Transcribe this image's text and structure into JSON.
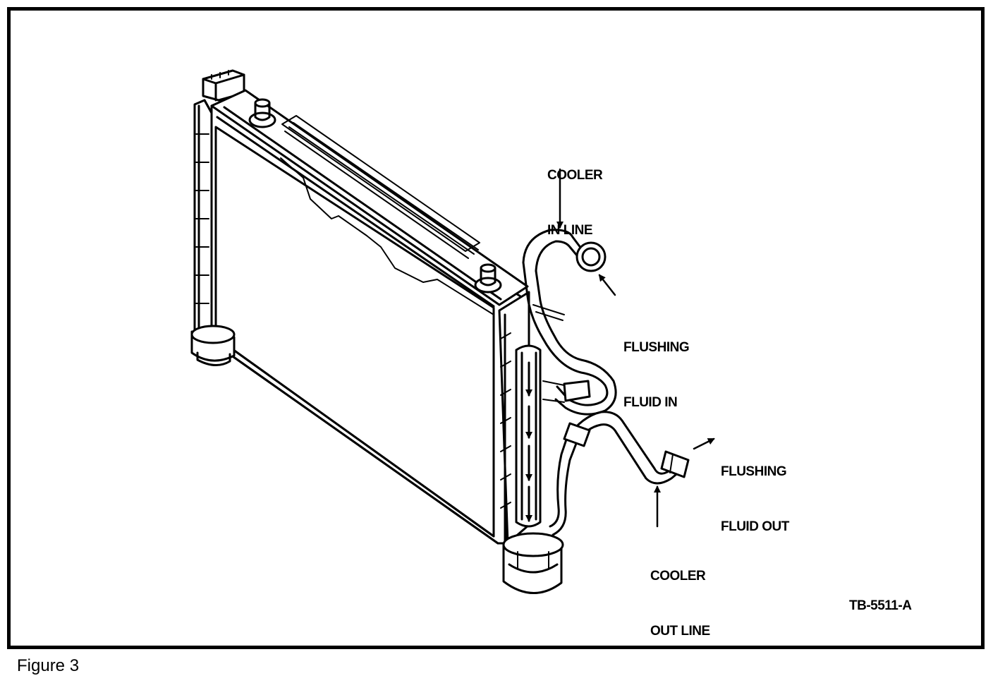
{
  "labels": {
    "cooler_in_line": [
      "COOLER",
      "IN LINE"
    ],
    "flushing_fluid_in": [
      "FLUSHING",
      "FLUID IN"
    ],
    "flushing_fluid_out": [
      "FLUSHING",
      "FLUID OUT"
    ],
    "cooler_out_line": [
      "COOLER",
      "OUT LINE"
    ]
  },
  "reference_code": "TB-5511-A",
  "caption": "Figure 3",
  "colors": {
    "ink": "#000000",
    "paper": "#ffffff"
  }
}
